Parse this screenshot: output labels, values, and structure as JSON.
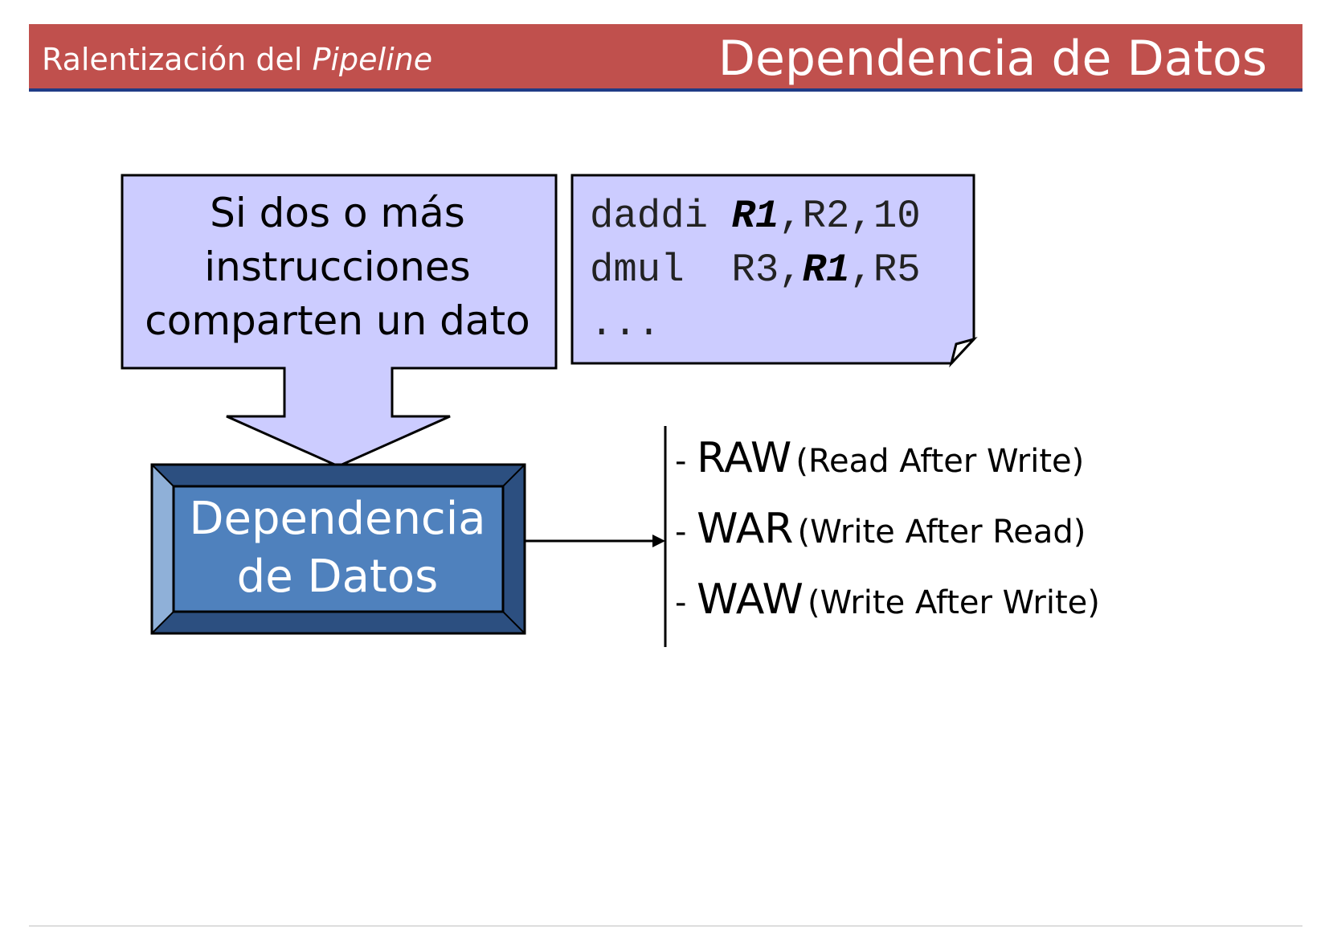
{
  "header": {
    "left_prefix": "Ralentización del",
    "left_italic": "Pipeline",
    "right_title": "Dependencia de Datos",
    "background": "#c0504d",
    "underline": "#1f3b86"
  },
  "condition_box": {
    "lines": [
      "Si dos o más",
      "instrucciones",
      "comparten un dato"
    ],
    "fill": "#ccccff"
  },
  "code": {
    "line1": {
      "op": "daddi ",
      "reg": "R1",
      "rest": ",R2,10"
    },
    "line2": {
      "op": "dmul  R3,",
      "reg": "R1",
      "rest": ",R5"
    },
    "line3": "..."
  },
  "dependency_box": {
    "lines": [
      "Dependencia",
      "de Datos"
    ],
    "fill": "#4f81bd"
  },
  "hazards": [
    {
      "abbr": "RAW",
      "desc": "(Read After Write)"
    },
    {
      "abbr": "WAR",
      "desc": "(Write After Read)"
    },
    {
      "abbr": "WAW",
      "desc": "(Write After Write)"
    }
  ]
}
